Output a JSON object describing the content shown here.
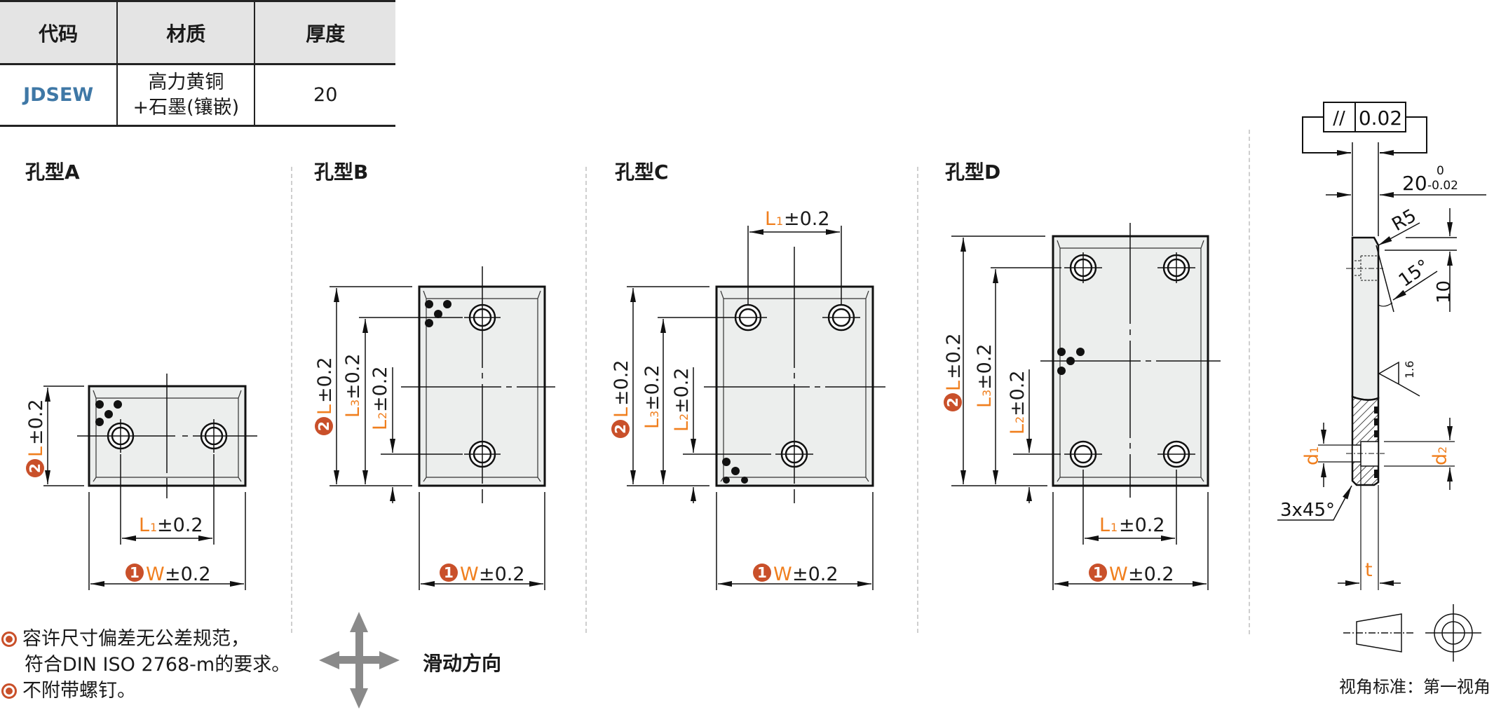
{
  "spec_table": {
    "headers": [
      "代码",
      "材质",
      "厚度"
    ],
    "rows": [
      {
        "code": "JDSEW",
        "material_line1": "高力黄铜",
        "material_line2": "+石墨(镶嵌)",
        "thickness": "20"
      }
    ]
  },
  "hole_types": [
    {
      "label": "孔型A"
    },
    {
      "label": "孔型B"
    },
    {
      "label": "孔型C"
    },
    {
      "label": "孔型D"
    }
  ],
  "dimensions": {
    "W": {
      "badge": "1",
      "symbol": "W",
      "tolerance": "±0.2"
    },
    "L": {
      "badge": "2",
      "symbol": "L",
      "tolerance": "±0.2"
    },
    "L1": {
      "symbol": "L",
      "sub": "1",
      "tolerance": "±0.2"
    },
    "L2": {
      "symbol": "L",
      "sub": "2",
      "tolerance": "±0.2"
    },
    "L3": {
      "symbol": "L",
      "sub": "3",
      "tolerance": "±0.2"
    }
  },
  "side_view": {
    "parallelism_symbol": "//",
    "parallelism_value": "0.02",
    "thickness_nominal": "20",
    "thickness_upper": "0",
    "thickness_lower": "-0.02",
    "radius": "R5",
    "angle": "15°",
    "height": "10",
    "roughness": "1.6",
    "chamfer": "3x45°",
    "d1": {
      "symbol": "d",
      "sub": "1"
    },
    "d2": {
      "symbol": "d",
      "sub": "2"
    },
    "t": "t"
  },
  "notes": [
    {
      "line1": "容许尺寸偏差无公差规范，",
      "line2": "符合DIN ISO 2768-m的要求。"
    },
    {
      "line1": "不附带螺钉。"
    }
  ],
  "slide_direction_label": "滑动方向",
  "projection": {
    "label": "视角标准：第一视角"
  },
  "colors": {
    "accent_badge": "#c9502a",
    "dimension_symbol": "#f07f1e",
    "code_text": "#3f78a6",
    "plate_fill": "#eceeed",
    "header_bg": "#e4e4e4",
    "slide_arrow": "#8a8a8a"
  }
}
